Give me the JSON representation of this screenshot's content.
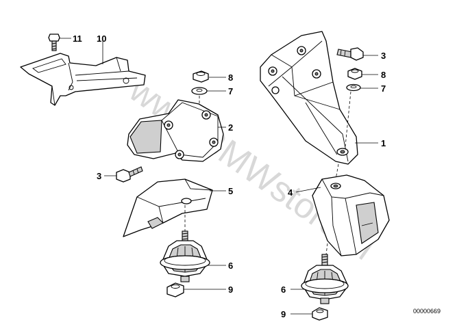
{
  "callouts": {
    "c11": "11",
    "c10": "10",
    "c8_left": "8",
    "c7_left": "7",
    "c2": "2",
    "c3_left": "3",
    "c5": "5",
    "c6_left": "6",
    "c9_left": "9",
    "c3_right": "3",
    "c8_right": "8",
    "c7_right": "7",
    "c1": "1",
    "c4": "4",
    "c6_right": "6",
    "c9_right": "9"
  },
  "reference_number": "00000669",
  "watermark": "www.BMWstore.pl"
}
